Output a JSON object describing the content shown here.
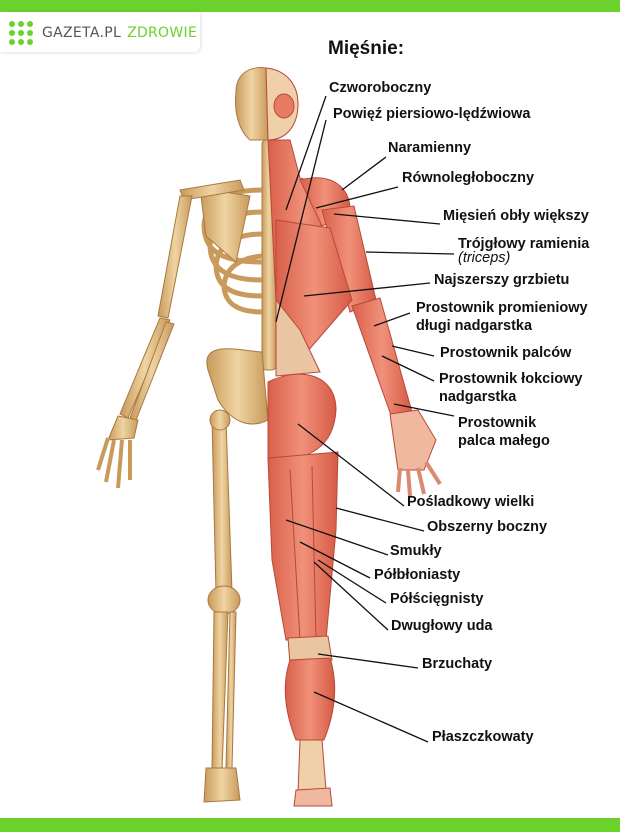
{
  "brand": {
    "name": "GAZETA.PL",
    "section": "ZDROWIE",
    "accent_color": "#6ad22b"
  },
  "title": "Mięśnie:",
  "labels": {
    "czworoboczny": "Czworoboczny",
    "powiez": "Powięź piersiowo-lędźwiowa",
    "naramienny": "Naramienny",
    "rownoleglo": "Równoległoboczny",
    "oblywiekszy": "Mięsień obły większy",
    "trojglowy": "Trójgłowy ramienia",
    "trojglowy_sub": "(triceps)",
    "najszerszy": "Najszerszy grzbietu",
    "promieniowy_1": "Prostownik promieniowy",
    "promieniowy_2": "długi nadgarstka",
    "palcow": "Prostownik palców",
    "lokciowy_1": "Prostownik łokciowy",
    "lokciowy_2": "nadgarstka",
    "malego_1": "Prostownik",
    "malego_2": "palca małego",
    "posladkowy": "Pośladkowy wielki",
    "obszerny": "Obszerny boczny",
    "smukly": "Smukły",
    "polbloniasty": "Półbłoniasty",
    "polsciegnisty": "Półścięgnisty",
    "dwuglowy": "Dwugłowy uda",
    "brzuchaty": "Brzuchaty",
    "plaszczkowaty": "Płaszczkowaty"
  }
}
